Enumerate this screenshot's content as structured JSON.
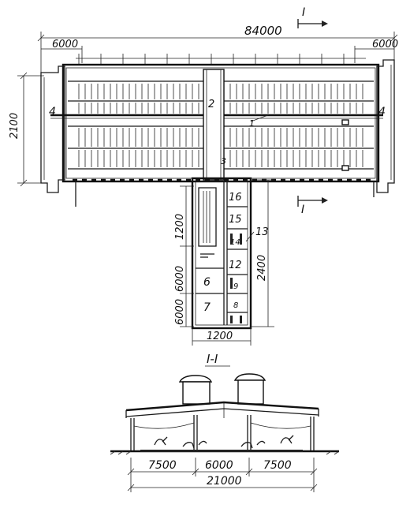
{
  "plan": {
    "dims": {
      "total_length": "84000",
      "end_left": "6000",
      "end_right": "6000",
      "height_left": "2100",
      "annex_upper": "1200",
      "annex_height": "2400",
      "annex_lower_a": "6000",
      "annex_lower_b": "6000",
      "annex_width": "1200"
    },
    "callouts": {
      "n1": "1",
      "n2": "2",
      "n3": "3",
      "n4_left": "4",
      "n4_right": "4",
      "n6": "6",
      "n7": "7",
      "n8": "8",
      "n9": "9",
      "n12": "12",
      "n13": "13",
      "n14": "14",
      "n15": "15",
      "n16": "16"
    },
    "section_marker_top": "I",
    "section_marker_bottom": "I"
  },
  "section": {
    "title": "I-I",
    "dims": {
      "left_span": "7500",
      "mid_span": "6000",
      "right_span": "7500",
      "total_span": "21000"
    }
  }
}
